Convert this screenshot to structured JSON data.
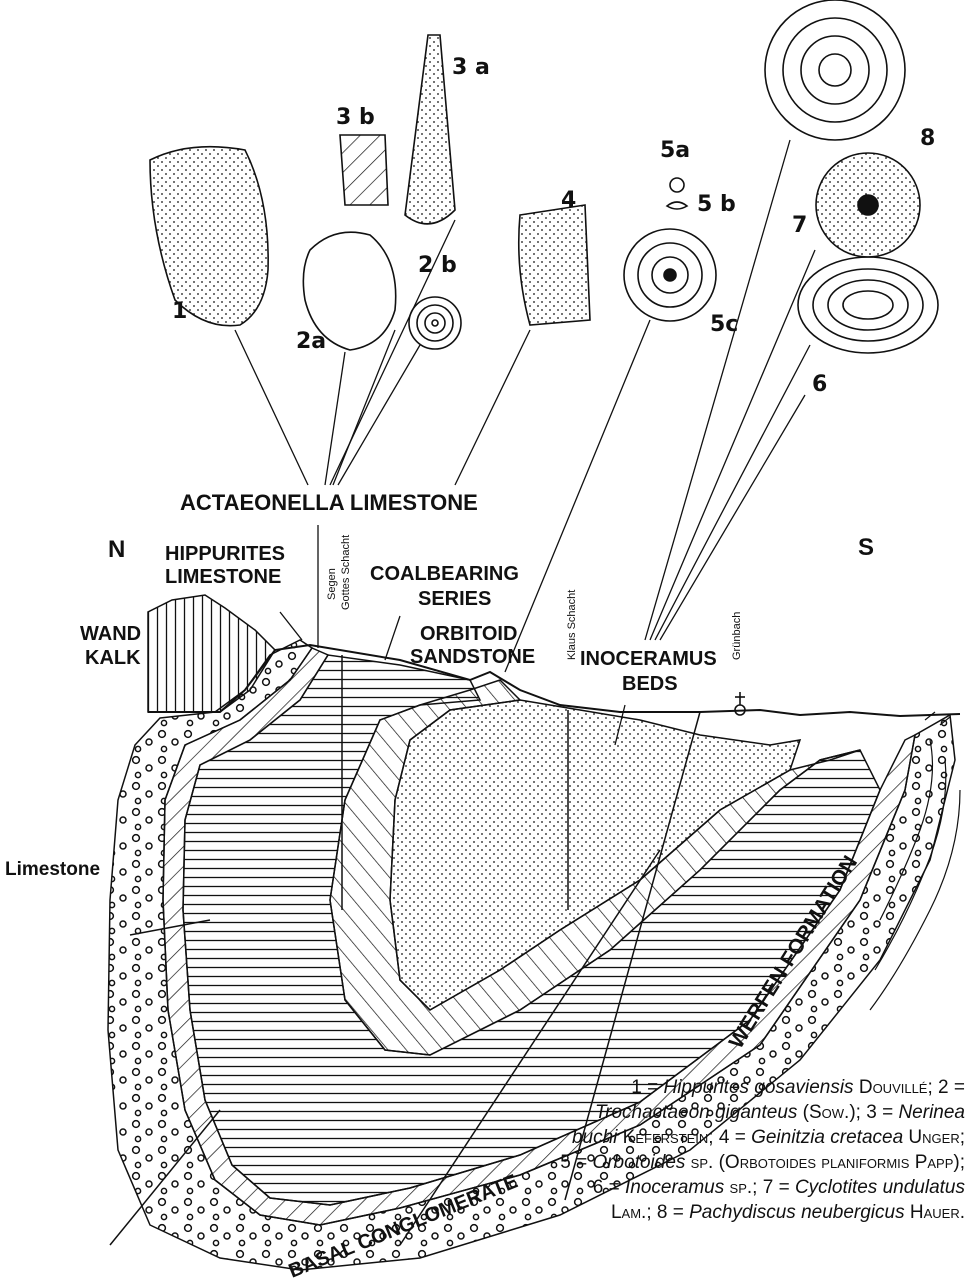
{
  "labels": {
    "actaeonella": "ACTAEONELLA LIMESTONE",
    "north": "N",
    "south": "S",
    "hippurites_line1": "HIPPURITES",
    "hippurites_line2": "LIMESTONE",
    "coal_line1": "COALBEARING",
    "coal_line2": "SERIES",
    "wand_line1": "WAND",
    "wand_line2": "KALK",
    "orbitoid_line1": "ORBITOID",
    "orbitoid_line2": "SANDSTONE",
    "inoceramus_line1": "INOCERAMUS",
    "inoceramus_line2": "BEDS",
    "limestone": "Limestone",
    "werfen": "WERFEN FORMATION",
    "basal": "BASAL CONGLOMERATE",
    "segen1": "Segen",
    "segen2": "Gottes Schacht",
    "klaus": "Klaus Schacht",
    "grunbach": "Grünbach"
  },
  "fossil_numbers": {
    "n1": "1",
    "n2a": "2a",
    "n2b": "2 b",
    "n3a": "3 a",
    "n3b": "3 b",
    "n4": "4",
    "n5a": "5a",
    "n5b": "5 b",
    "n5c": "5c",
    "n6": "6",
    "n7": "7",
    "n8": "8"
  },
  "legend": [
    {
      "num": "1",
      "name": "Hippurites gosaviensis",
      "author": "Douvillé"
    },
    {
      "num": "2",
      "name": "Trochactaeon giganteus",
      "author": "(Sow.)"
    },
    {
      "num": "3",
      "name": "Nerinea buchi",
      "author": "Keferstein"
    },
    {
      "num": "4",
      "name": "Geinitzia cretacea",
      "author": "Unger"
    },
    {
      "num": "5",
      "name": "Orbotoides",
      "author": "sp. (Orbotoides planiformis Papp)"
    },
    {
      "num": "6",
      "name": "Inoceramus",
      "author": "sp."
    },
    {
      "num": "7",
      "name": "Cyclotites undulatus",
      "author": "Lam."
    },
    {
      "num": "8",
      "name": "Pachydiscus neubergicus",
      "author": "Hauer."
    }
  ]
}
